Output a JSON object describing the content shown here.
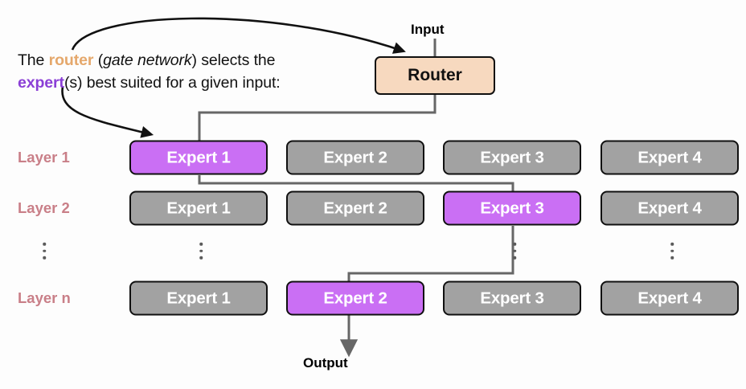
{
  "caption": {
    "seg1": "The ",
    "router_word": "router",
    "seg2": " (",
    "gate_word": "gate network",
    "seg3": ") selects the ",
    "expert_word": "expert",
    "seg4": "(s) best suited for a given input:"
  },
  "io": {
    "input_label": "Input",
    "output_label": "Output"
  },
  "router": {
    "label": "Router"
  },
  "colors": {
    "router_fill": "#f7d9bf",
    "expert_active": "#ca6ff4",
    "expert_inactive": "#a2a2a2",
    "layer_label": "#c97f88",
    "wire": "#676767",
    "router_keyword": "#e5a86c",
    "expert_keyword": "#8b3fd6",
    "border": "#101010"
  },
  "layers": [
    {
      "label": "Layer 1",
      "experts": [
        {
          "label": "Expert 1",
          "state": "active"
        },
        {
          "label": "Expert 2",
          "state": "inactive"
        },
        {
          "label": "Expert 3",
          "state": "inactive"
        },
        {
          "label": "Expert 4",
          "state": "inactive"
        }
      ]
    },
    {
      "label": "Layer 2",
      "experts": [
        {
          "label": "Expert 1",
          "state": "inactive"
        },
        {
          "label": "Expert 2",
          "state": "inactive"
        },
        {
          "label": "Expert 3",
          "state": "active"
        },
        {
          "label": "Expert 4",
          "state": "inactive"
        }
      ]
    },
    {
      "label": "Layer n",
      "experts": [
        {
          "label": "Expert 1",
          "state": "inactive"
        },
        {
          "label": "Expert 2",
          "state": "active"
        },
        {
          "label": "Expert 3",
          "state": "inactive"
        },
        {
          "label": "Expert 4",
          "state": "inactive"
        }
      ]
    }
  ],
  "ellipsis_label": "vertical-ellipsis",
  "route_path": [
    "Input -> Router",
    "Router -> Layer 1 Expert 1",
    "Layer 1 Expert 1 -> Layer 2 Expert 3",
    "Layer 2 Expert 3 -> Layer n Expert 2",
    "Layer n Expert 2 -> Output"
  ]
}
